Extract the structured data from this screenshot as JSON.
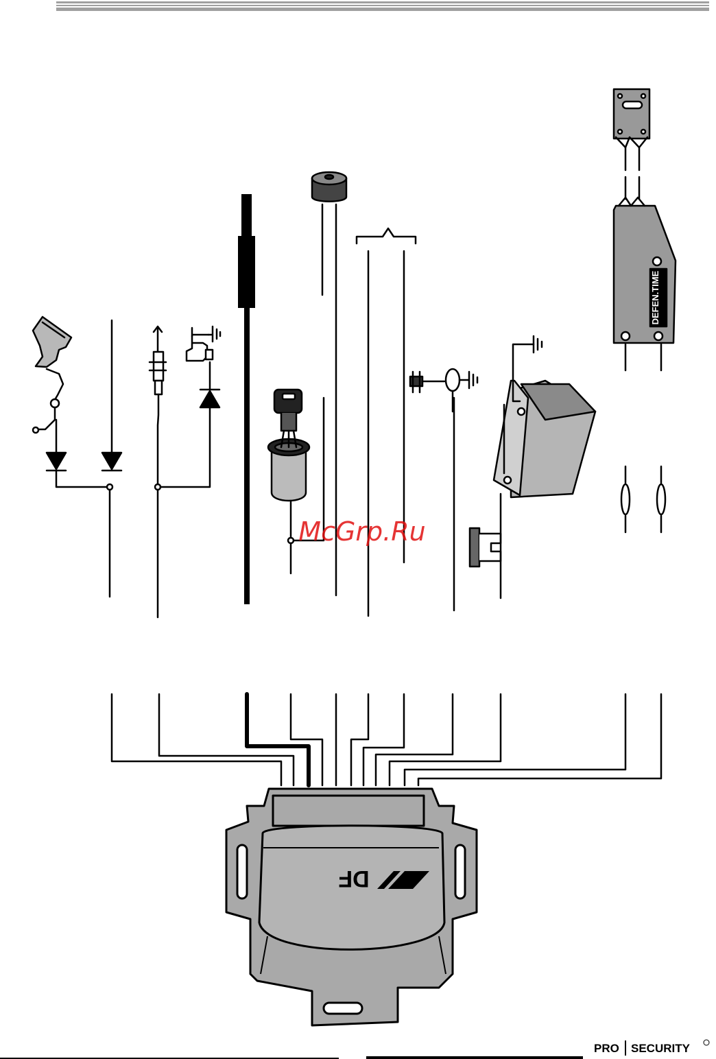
{
  "device_label": "DEFEN.TIME",
  "unit_logo": "DF",
  "watermark": "McGrp.Ru",
  "footer": {
    "brand_left": "PRO",
    "brand_right": "SECURITY"
  },
  "colors": {
    "wire": "#000000",
    "unit_body": "#a9a9a9",
    "unit_shadow": "#888888",
    "header_bar": "#999999",
    "watermark": "#e01010",
    "component_gray": "#8c8c8c"
  },
  "icons": [
    "door-switch-icon",
    "diode-icon",
    "hood-pin-switch-icon",
    "ground-icon",
    "antenna-icon",
    "siren-icon",
    "ignition-key-icon",
    "ground-bolt-icon",
    "battery-icon",
    "fuse-icon",
    "led-icon",
    "control-unit-icon"
  ]
}
